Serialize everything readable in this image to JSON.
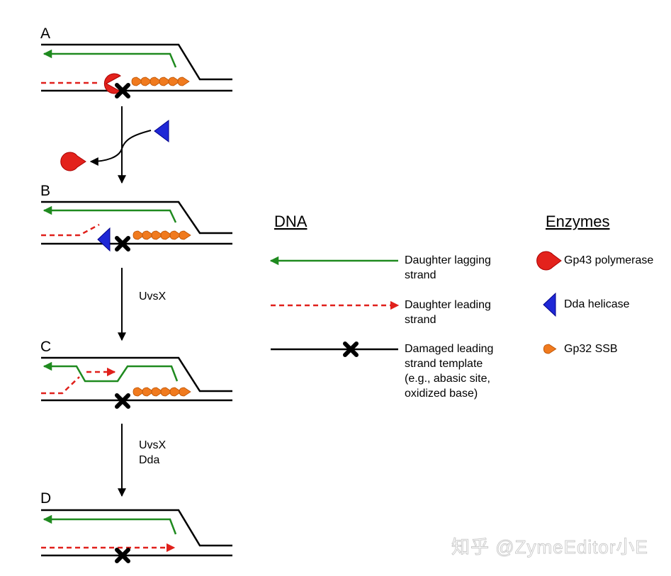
{
  "panels": {
    "a": "A",
    "b": "B",
    "c": "C",
    "d": "D"
  },
  "steps": {
    "b_to_c": [
      "UvsX"
    ],
    "c_to_d": [
      "UvsX",
      "Dda"
    ]
  },
  "legend": {
    "dna_heading": "DNA",
    "enzymes_heading": "Enzymes",
    "dna_items": [
      {
        "line": "solid",
        "color": "#1f8a1f",
        "label": [
          "Daughter lagging",
          "strand"
        ]
      },
      {
        "line": "dashed",
        "color": "#e0201b",
        "label": [
          "Daughter leading",
          "strand"
        ]
      },
      {
        "line": "solid",
        "color": "#000000",
        "label": [
          "Damaged leading",
          "strand template",
          "(e.g., abasic site,",
          "oxidized base)"
        ]
      }
    ],
    "enzyme_items": [
      {
        "icon": "pacman-polymerase-icon",
        "color": "#e3221c",
        "label": "Gp43 polymerase"
      },
      {
        "icon": "triangle-helicase-icon",
        "color": "#1f28d6",
        "label": "Dda helicase"
      },
      {
        "icon": "teardrop-ssb-icon",
        "color": "#f07a1e",
        "label": "Gp32 SSB"
      }
    ]
  },
  "watermark": "知乎 @ZymeEditor小E",
  "colors": {
    "template": "#000000",
    "lagging": "#1f8a1f",
    "leading": "#e0201b",
    "polymerase": "#e3221c",
    "helicase": "#1f28d6",
    "ssb": "#f07a1e"
  }
}
